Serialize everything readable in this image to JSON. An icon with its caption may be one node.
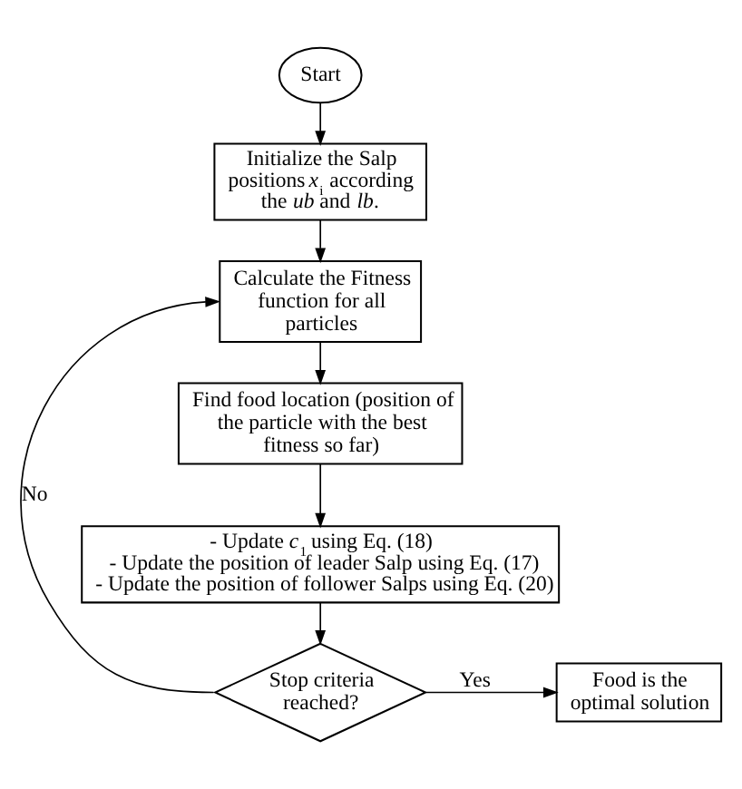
{
  "diagram": {
    "nodes": [
      {
        "text": [
          "Start"
        ]
      },
      {
        "text": [
          "Initialize the Salp positions *x*$_{i}$ according the *ub* and *lb*."
        ]
      },
      {
        "text": [
          "Calculate the Fitness function for all particles"
        ]
      },
      {
        "text": [
          "Find food location (position of the particle with the best fitness so far)"
        ]
      },
      {
        "text": [
          "- Update *c*$_{1}$ using Eq. (18)",
          "- Update the position of leader Salp using Eq. (17)",
          "- Update the position of follower Salps using Eq. (20)"
        ]
      },
      {
        "text": [
          "Stop criteria reached?"
        ]
      },
      {
        "text": [
          "Food is the optimal solution"
        ]
      }
    ],
    "edges": [
      {
        "from": 0,
        "to": 1,
        "arrow": "to"
      },
      {
        "from": 1,
        "to": 2,
        "arrow": "to"
      },
      {
        "from": 2,
        "to": 3,
        "arrow": "to"
      },
      {
        "from": 3,
        "to": 4,
        "arrow": "to"
      },
      {
        "from": 4,
        "to": 5,
        "arrow": "to"
      },
      {
        "from": 5,
        "to": 2,
        "arrow": "to",
        "label": "No"
      },
      {
        "from": 5,
        "to": 6,
        "arrow": "to",
        "label": "Yes"
      }
    ]
  }
}
